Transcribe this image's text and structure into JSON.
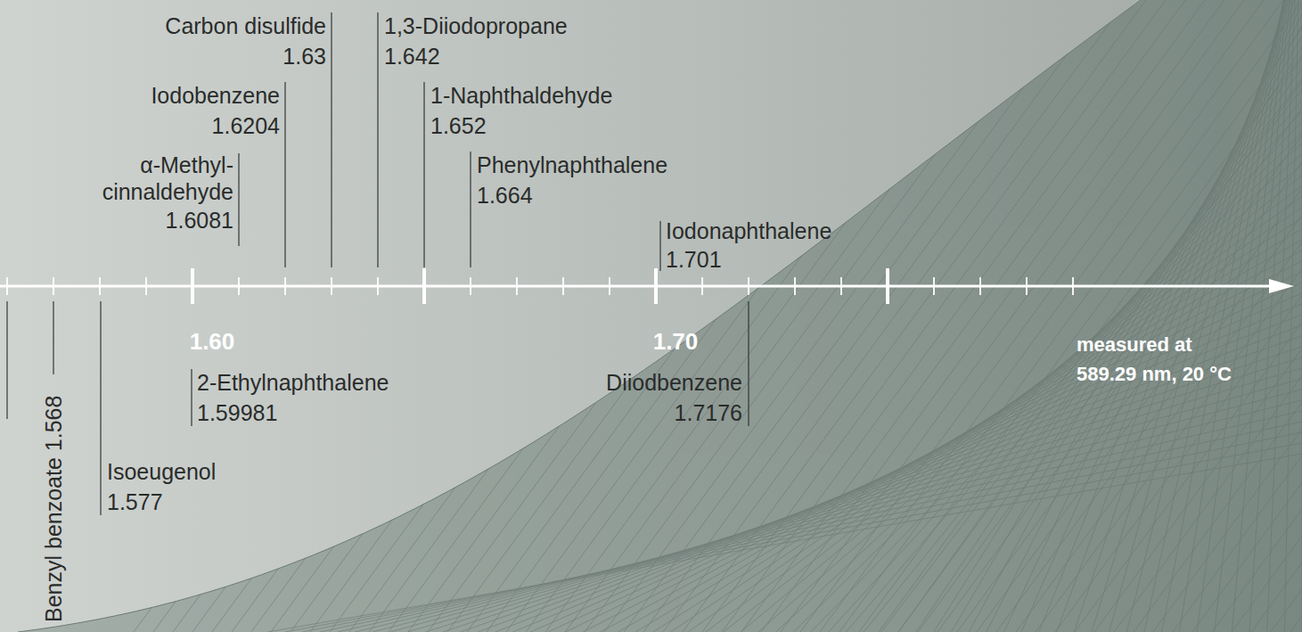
{
  "diagram": {
    "labels": [
      "Carbon disulfide",
      "1.63",
      "1,3-Diiodopropane",
      "1.642",
      "Iodobenzene",
      "1.6204",
      "1-Naphthaldehyde",
      "1.652",
      "α-Methyl- cinnaldehyde",
      "1.6081",
      "Phenylnaphthalene",
      "1.664",
      "Iodonaphthalene",
      "1.701",
      "1.60",
      "1.70",
      "measured at 589.29 nm, 20 °C",
      "2-Ethylnaphthalene",
      "1.59981",
      "Diiodbenzene",
      "1.7176",
      "Isoeugenol",
      "1.577",
      "Benzyl benzoate 1.568"
    ]
  }
}
